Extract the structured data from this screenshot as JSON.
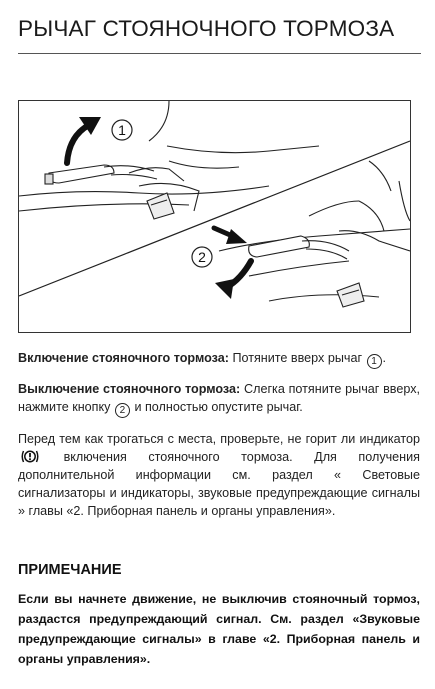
{
  "title": "РЫЧАГ СТОЯНОЧНОГО ТОРМОЗА",
  "figure": {
    "callout_1": "1",
    "callout_2": "2"
  },
  "engage": {
    "label": "Включение стояночного тормоза:",
    "text": "Потяните вверх рычаг",
    "num": "1",
    "end": "."
  },
  "release": {
    "label": "Выключение стояночного тормоза:",
    "text_a": "Слегка потяните рычаг вверх, нажмите кнопку",
    "num": "2",
    "text_b": "и полностью опустите рычаг."
  },
  "check": {
    "text_a": "Перед тем как трогаться с места, проверьте, не горит ли индикатор",
    "icon": "parking-brake-warning-icon",
    "text_b": "включения стояночного тормоза. Для получения дополнительной информации см. раздел « Световые сигнализаторы и индикаторы, звуковые предупреждающие сигналы » главы «2. Приборная панель и органы управления»."
  },
  "note": {
    "heading": "ПРИМЕЧАНИЕ",
    "text": "Если вы начнете движение, не выключив стояночный тормоз, раздастся предупреждающий сигнал. См. раздел «Звуковые предупреждающие сигналы» в главе «2. Приборная панель и органы управления»."
  }
}
